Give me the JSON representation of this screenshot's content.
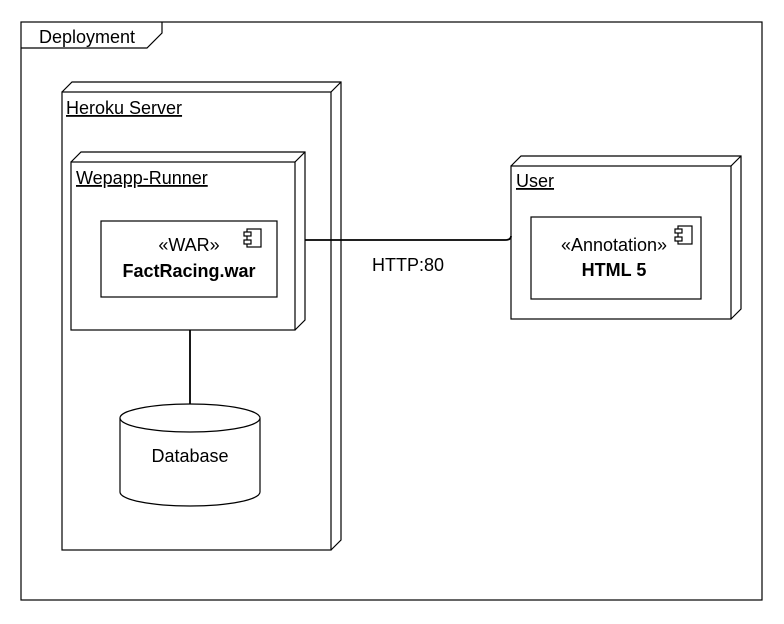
{
  "frame": {
    "title": "Deployment"
  },
  "heroku_server": {
    "title": "Heroku Server"
  },
  "webapp_runner": {
    "title": "Wepapp-Runner"
  },
  "war_component": {
    "stereotype": "«WAR»",
    "name": "FactRacing.war",
    "icon": "component-icon"
  },
  "database": {
    "label": "Database"
  },
  "user_node": {
    "title": "User"
  },
  "annotation_component": {
    "stereotype": "«Annotation»",
    "name": "HTML 5",
    "icon": "component-icon"
  },
  "connection": {
    "label": "HTTP:80"
  }
}
